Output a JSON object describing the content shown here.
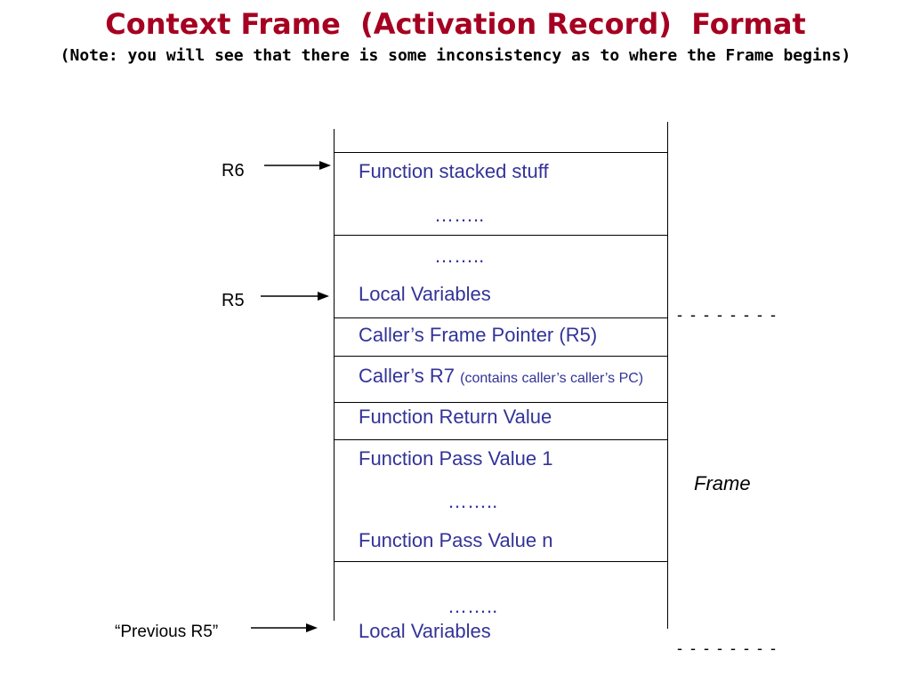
{
  "title": "Context Frame  (Activation Record)  Format",
  "subtitle": "(Note: you will see that there is some inconsistency as to where the Frame begins)",
  "pointers": {
    "r6": "R6",
    "r5": "R5",
    "previous_r5": "“Previous R5”"
  },
  "cells": {
    "function_stacked_stuff": "Function stacked stuff",
    "dots_1": "……..",
    "dots_2": "……..",
    "local_variables": "Local Variables",
    "callers_frame_pointer": "Caller’s Frame Pointer (R5)",
    "callers_r7": "Caller’s R7 ",
    "callers_r7_note": "(contains caller’s caller’s PC)",
    "function_return_value": "Function Return Value",
    "function_pass_value_1": "Function Pass Value 1",
    "dots_3": "……..",
    "function_pass_value_n": "Function Pass Value n",
    "dots_4": "……..",
    "previous_local_variables": "Local Variables"
  },
  "frame_markers": {
    "top_dashes": "- - - - - - - -",
    "bottom_dashes": "- - - - - - - -",
    "frame_label": "Frame"
  }
}
